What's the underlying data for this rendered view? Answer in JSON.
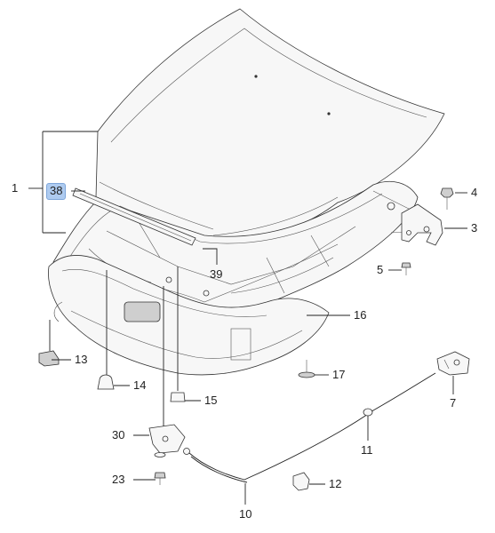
{
  "labels": {
    "p1": "1",
    "p3": "3",
    "p4": "4",
    "p5": "5",
    "p7": "7",
    "p10": "10",
    "p11": "11",
    "p12": "12",
    "p13": "13",
    "p14": "14",
    "p15": "15",
    "p16": "16",
    "p17": "17",
    "p23": "23",
    "p30": "30",
    "p38": "38",
    "p39": "39"
  },
  "colors": {
    "highlight": "#aecbf0",
    "line": "#222222"
  }
}
